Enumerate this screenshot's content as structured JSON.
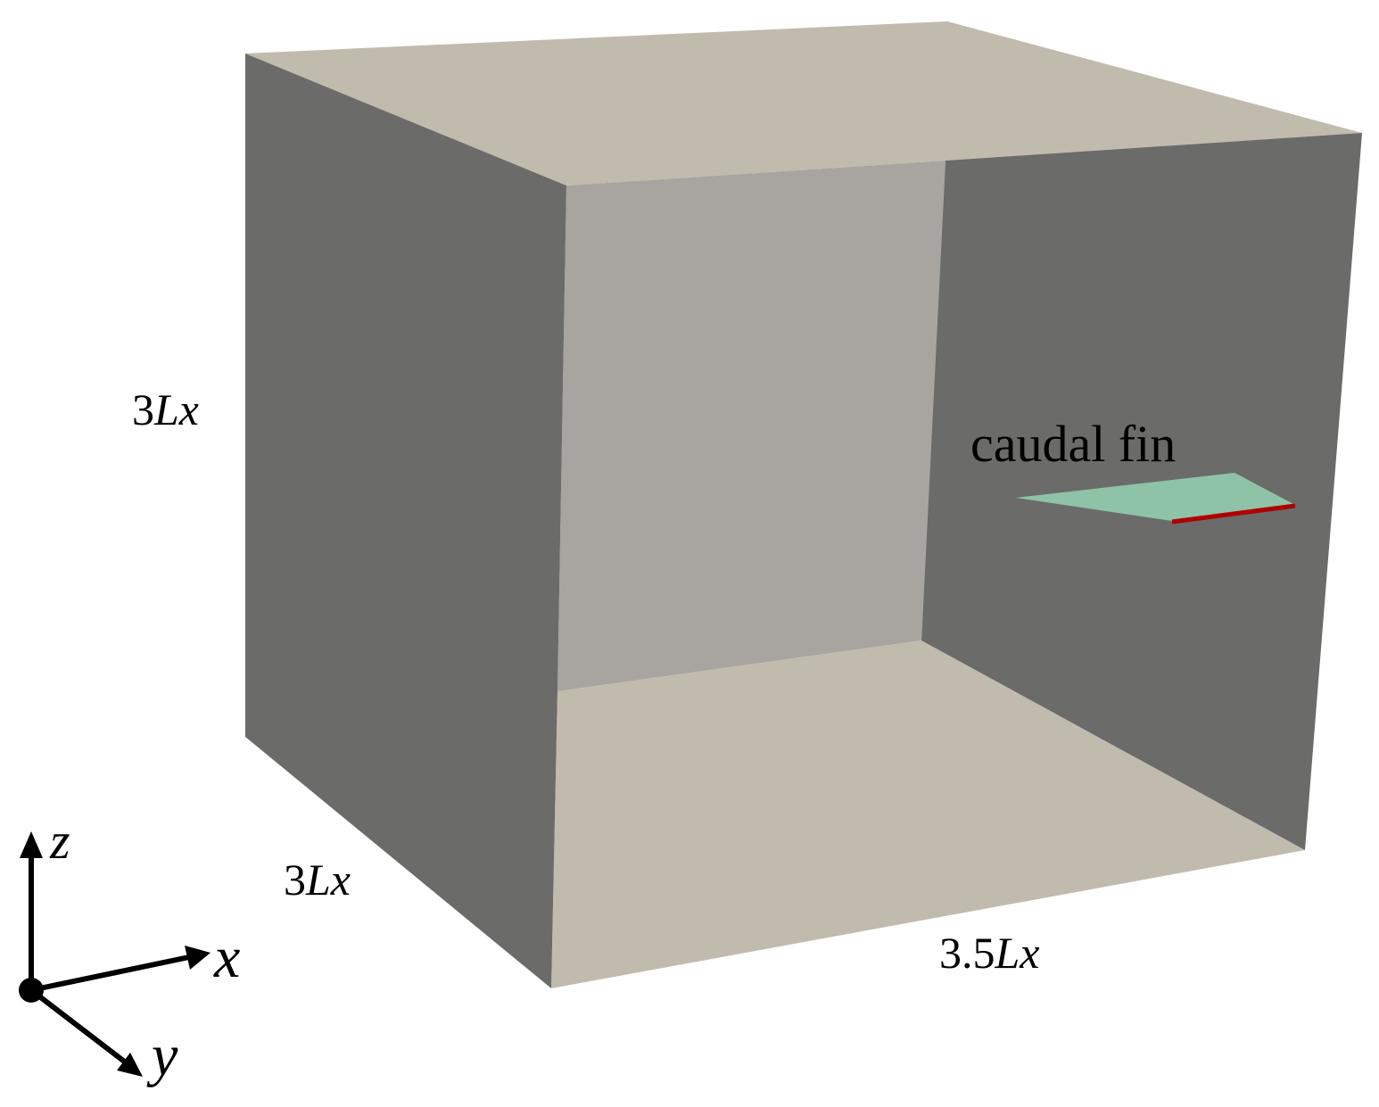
{
  "labels": {
    "height_num": "3",
    "height_var": "Lx",
    "depth_num": "3",
    "depth_var": "Lx",
    "length_num": "3.5",
    "length_var": "Lx",
    "fin_label": "caudal fin"
  },
  "axes": {
    "z": "z",
    "x": "x",
    "y": "y"
  },
  "colors": {
    "top_face": "#c1bbae",
    "floor_face": "#c1bbae",
    "back_wall": "#a8a5a0",
    "side_wall": "#6b6b69",
    "fin_surface": "#8ec3a7",
    "fin_edge": "#b00000",
    "ink": "#000000"
  }
}
